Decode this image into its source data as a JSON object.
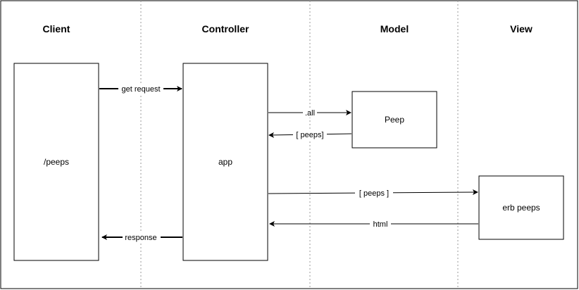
{
  "columns": {
    "client": "Client",
    "controller": "Controller",
    "model": "Model",
    "view": "View"
  },
  "boxes": {
    "client": "/peeps",
    "controller": "app",
    "model": "Peep",
    "view": "erb peeps"
  },
  "edges": {
    "get_request": "get request",
    "response": "response",
    "all": ".all",
    "peeps_from_model": "[ peeps]",
    "peeps_to_view": "[ peeps ]",
    "html": "html"
  },
  "colors": {
    "stroke": "#000000",
    "divider": "#999999",
    "background": "#ffffff"
  }
}
